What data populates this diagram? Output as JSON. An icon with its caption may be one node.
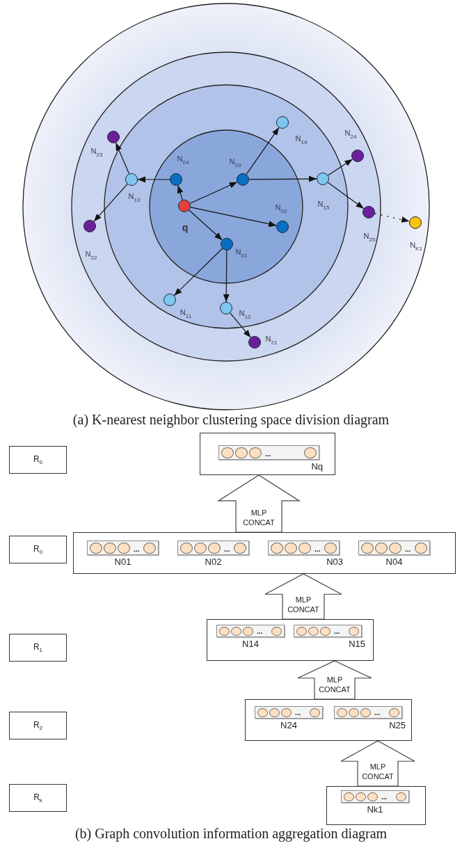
{
  "diagram": {
    "nodes": [
      {
        "text": [],
        "shape": "circle",
        "beside": [
          "q"
        ]
      },
      {
        "text": [],
        "shape": "circle",
        "beside": [
          "N$_{04}$"
        ]
      },
      {
        "text": [],
        "shape": "circle",
        "beside": [
          "N$_{03}$"
        ]
      },
      {
        "text": [],
        "shape": "circle",
        "beside": [
          "N$_{02}$"
        ]
      },
      {
        "text": [],
        "shape": "circle",
        "beside": [
          "N$_{01}$"
        ]
      },
      {
        "text": [],
        "shape": "circle",
        "beside": [
          "N$_{13}$"
        ]
      },
      {
        "text": [],
        "shape": "circle",
        "beside": [
          "N$_{14}$"
        ]
      },
      {
        "text": [],
        "shape": "circle",
        "beside": [
          "N$_{15}$"
        ]
      },
      {
        "text": [],
        "shape": "circle",
        "beside": [
          "N$_{11}$"
        ]
      },
      {
        "text": [],
        "shape": "circle",
        "beside": [
          "N$_{12}$"
        ]
      },
      {
        "text": [],
        "shape": "circle",
        "beside": [
          "N$_{23}$"
        ]
      },
      {
        "text": [],
        "shape": "circle",
        "beside": [
          "N$_{22}$"
        ]
      },
      {
        "text": [],
        "shape": "circle",
        "beside": [
          "N$_{24}$"
        ]
      },
      {
        "text": [],
        "shape": "circle",
        "beside": [
          "N$_{25}$"
        ]
      },
      {
        "text": [],
        "shape": "circle",
        "beside": [
          "N$_{21}$"
        ]
      },
      {
        "text": [],
        "shape": "circle",
        "beside": [
          "N$_{K1}$"
        ]
      },
      {
        "text": [
          "R$_{0}$"
        ]
      },
      {
        "text": [],
        "shape": "box"
      },
      {
        "text": [
          "...",
          "Nq"
        ],
        "in": 17
      },
      {
        "text": [
          "R$_{0}$"
        ]
      },
      {
        "text": [],
        "shape": "box"
      },
      {
        "text": [
          "...",
          "N01"
        ],
        "in": 20
      },
      {
        "text": [
          "...",
          "N02"
        ],
        "in": 20
      },
      {
        "text": [
          "...",
          "N03"
        ],
        "in": 20
      },
      {
        "text": [
          "...",
          "N04"
        ],
        "in": 20
      },
      {
        "text": [
          "R$_{1}$"
        ]
      },
      {
        "text": [],
        "shape": "box"
      },
      {
        "text": [
          "...",
          "N14"
        ],
        "in": 26
      },
      {
        "text": [
          "...",
          "N15"
        ],
        "in": 26
      },
      {
        "text": [
          "R$_{2}$"
        ]
      },
      {
        "text": [],
        "shape": "box"
      },
      {
        "text": [
          "...",
          "N24"
        ],
        "in": 30
      },
      {
        "text": [
          "...",
          "N25"
        ],
        "in": 30
      },
      {
        "text": [
          "R$_{k}$"
        ]
      },
      {
        "text": [],
        "shape": "box"
      },
      {
        "text": [
          "...",
          "Nk1"
        ],
        "in": 34
      }
    ],
    "edges": [
      {
        "from": 0,
        "to": 1,
        "arrow": "to"
      },
      {
        "from": 0,
        "to": 2,
        "arrow": "to"
      },
      {
        "from": 0,
        "to": 3,
        "arrow": "to"
      },
      {
        "from": 0,
        "to": 4,
        "arrow": "to"
      },
      {
        "from": 1,
        "to": 5,
        "arrow": "to"
      },
      {
        "from": 5,
        "to": 10,
        "arrow": "to"
      },
      {
        "from": 5,
        "to": 11,
        "arrow": "to"
      },
      {
        "from": 2,
        "to": 6,
        "arrow": "to"
      },
      {
        "from": 2,
        "to": 7,
        "arrow": "to"
      },
      {
        "from": 7,
        "to": 12,
        "arrow": "to"
      },
      {
        "from": 7,
        "to": 13,
        "arrow": "to"
      },
      {
        "from": 4,
        "to": 8,
        "arrow": "to"
      },
      {
        "from": 4,
        "to": 9,
        "arrow": "to"
      },
      {
        "from": 9,
        "to": 14,
        "arrow": "to"
      },
      {
        "from": 13,
        "to": 15,
        "arrow": "to",
        "style": "dashed"
      },
      {
        "from": 20,
        "to": 17,
        "arrow": "to",
        "label": "MLP CONCAT"
      },
      {
        "from": 26,
        "to": 20,
        "arrow": "to",
        "label": "MLP CONCAT"
      },
      {
        "from": 30,
        "to": 26,
        "arrow": "to",
        "label": "MLP CONCAT"
      },
      {
        "from": 34,
        "to": 30,
        "arrow": "to",
        "label": "MLP CONCAT"
      }
    ],
    "labels": [
      "(a) K-nearest neighbor clustering space division diagram",
      "(b) Graph convolution information aggregation diagram"
    ]
  }
}
